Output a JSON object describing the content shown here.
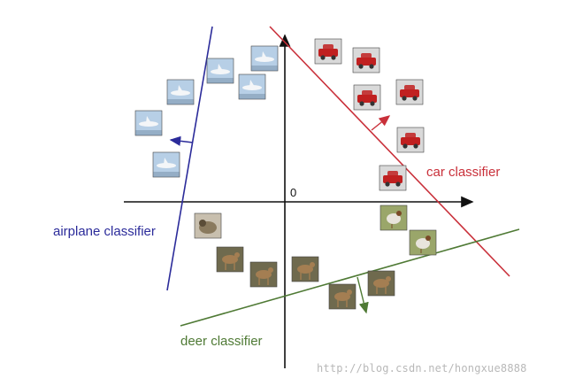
{
  "origin_label": "0",
  "classifiers": {
    "airplane": {
      "label": "airplane classifier",
      "color": "#2b2b9a"
    },
    "car": {
      "label": "car classifier",
      "color": "#c9303a"
    },
    "deer": {
      "label": "deer classifier",
      "color": "#4f7a35"
    }
  },
  "watermark": "http://blog.csdn.net/hongxue8888",
  "thumbnails": [
    {
      "kind": "airplane"
    },
    {
      "kind": "airplane"
    },
    {
      "kind": "airplane"
    },
    {
      "kind": "airplane"
    },
    {
      "kind": "airplane"
    },
    {
      "kind": "airplane"
    },
    {
      "kind": "car"
    },
    {
      "kind": "car"
    },
    {
      "kind": "car"
    },
    {
      "kind": "car"
    },
    {
      "kind": "car"
    },
    {
      "kind": "car"
    },
    {
      "kind": "bird"
    },
    {
      "kind": "bird"
    },
    {
      "kind": "cat"
    },
    {
      "kind": "deer"
    },
    {
      "kind": "deer"
    },
    {
      "kind": "deer"
    },
    {
      "kind": "deer"
    },
    {
      "kind": "deer"
    }
  ]
}
